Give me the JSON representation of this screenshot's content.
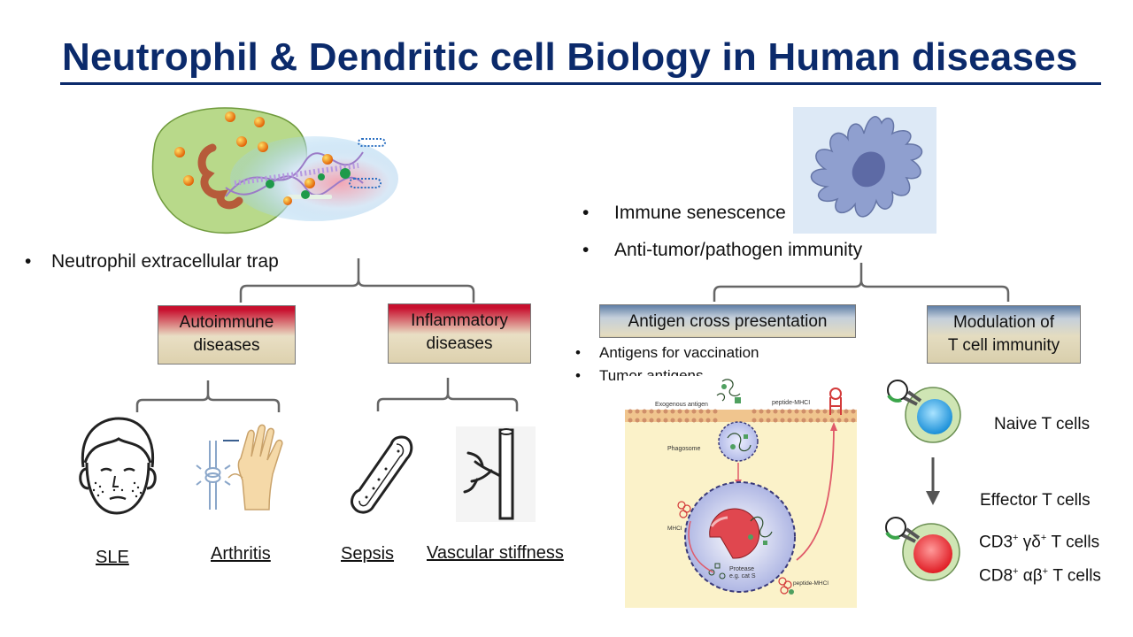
{
  "title": "Neutrophil & Dendritic cell Biology in Human diseases",
  "left": {
    "bullet": "Neutrophil extracellular trap",
    "categories": [
      {
        "line1": "Autoimmune",
        "line2": "diseases"
      },
      {
        "line1": "Inflammatory",
        "line2": "diseases"
      }
    ],
    "diseases": [
      "SLE",
      "Arthritis",
      "Sepsis",
      "Vascular stiffness"
    ]
  },
  "right": {
    "bullets": [
      "Immune senescence",
      "Anti-tumor/pathogen immunity"
    ],
    "box_cross": "Antigen cross presentation",
    "box_modulation": {
      "line1": "Modulation of",
      "line2": "T cell immunity"
    },
    "cross_bullets": [
      "Antigens for vaccination",
      "Tumor antigens"
    ],
    "schematic": {
      "exogenous": "Exogenous antigen",
      "peptide_top": "peptide-MHCI",
      "phagosome": "Phagosome",
      "mhci": "MHCI",
      "protease": "Protease",
      "protease_eg": "e.g. cat S",
      "peptide_bottom": "peptide-MHCI"
    },
    "tcells": {
      "naive": "Naive T cells",
      "effector": "Effector T cells",
      "cd3_prefix": "CD3",
      "cd3_suffix": " γδ",
      "cd3_end": " T cells",
      "cd8_prefix": "CD8",
      "cd8_suffix": " αβ",
      "cd8_end": " T cells",
      "sup": "+"
    }
  },
  "colors": {
    "title": "#0b2a6b",
    "box_red": "#c8102e",
    "box_body": "#e4dcc0",
    "bracket": "#666666",
    "dc_cell": "#8f9fcf",
    "naive_core": "#2aa3e0",
    "effector_core": "#e8222a"
  },
  "icons": [
    "net-icon",
    "dendritic-cell-icon",
    "face-rash-icon",
    "hand-joint-icon",
    "bone-icon",
    "vessel-icon",
    "cross-presentation-diagram",
    "t-cell-icon"
  ]
}
